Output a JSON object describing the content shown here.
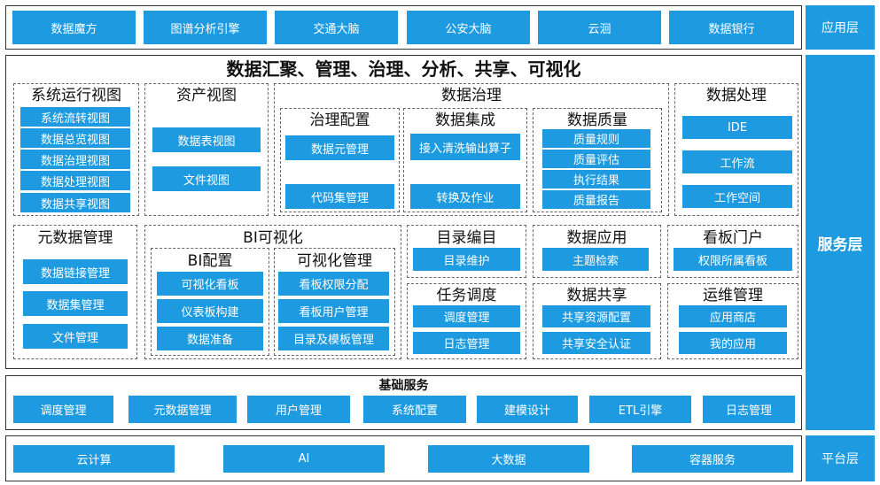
{
  "app_layer": {
    "label": "应用层",
    "items": [
      "数据魔方",
      "图谱分析引擎",
      "交通大脑",
      "公安大脑",
      "云洄",
      "数据银行"
    ]
  },
  "service_layer": {
    "label": "服务层",
    "title": "数据汇聚、管理、治理、分析、共享、可视化",
    "system_view": {
      "title": "系统运行视图",
      "items": [
        "系统流转视图",
        "数据总览视图",
        "数据治理视图",
        "数据处理视图",
        "数据共享视图"
      ]
    },
    "asset_view": {
      "title": "资产视图",
      "items": [
        "数据表视图",
        "文件视图"
      ]
    },
    "governance": {
      "title": "数据治理",
      "config": {
        "title": "治理配置",
        "items": [
          "数据元管理",
          "代码集管理"
        ]
      },
      "integration": {
        "title": "数据集成",
        "items": [
          "接入清洗输出算子",
          "转换及作业"
        ]
      },
      "quality": {
        "title": "数据质量",
        "items": [
          "质量规则",
          "质量评估",
          "执行结果",
          "质量报告"
        ]
      }
    },
    "processing": {
      "title": "数据处理",
      "items": [
        "IDE",
        "工作流",
        "工作空间"
      ]
    },
    "metadata": {
      "title": "元数据管理",
      "items": [
        "数据链接管理",
        "数据集管理",
        "文件管理"
      ]
    },
    "bi": {
      "title": "BI可视化",
      "config": {
        "title": "BI配置",
        "items": [
          "可视化看板",
          "仪表板构建",
          "数据准备"
        ]
      },
      "manage": {
        "title": "可视化管理",
        "items": [
          "看板权限分配",
          "看板用户管理",
          "目录及模板管理"
        ]
      }
    },
    "catalog": {
      "title": "目录编目",
      "items": [
        "目录维护"
      ]
    },
    "data_app": {
      "title": "数据应用",
      "items": [
        "主题检索"
      ]
    },
    "dashboard_portal": {
      "title": "看板门户",
      "items": [
        "权限所属看板"
      ]
    },
    "scheduling": {
      "title": "任务调度",
      "items": [
        "调度管理",
        "日志管理"
      ]
    },
    "sharing": {
      "title": "数据共享",
      "items": [
        "共享资源配置",
        "共享安全认证"
      ]
    },
    "ops": {
      "title": "运维管理",
      "items": [
        "应用商店",
        "我的应用"
      ]
    },
    "foundation": {
      "title": "基础服务",
      "items": [
        "调度管理",
        "元数据管理",
        "用户管理",
        "系统配置",
        "建模设计",
        "ETL引擎",
        "日志管理"
      ]
    }
  },
  "platform_layer": {
    "label": "平台层",
    "items": [
      "云计算",
      "AI",
      "大数据",
      "容器服务"
    ]
  }
}
